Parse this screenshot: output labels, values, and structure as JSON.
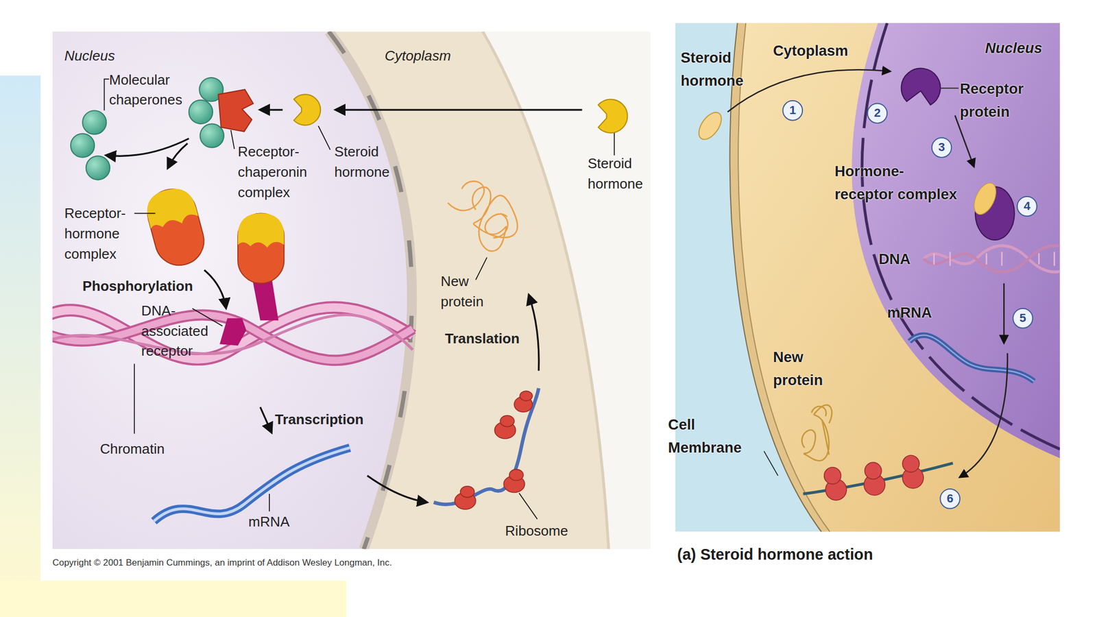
{
  "diagram": {
    "caption": "(a) Steroid hormone action",
    "labels": [
      "Nucleus",
      "Molecular chaperones",
      "Cytoplasm",
      "Receptor- chaperonin complex",
      "Steroid hormone",
      "Steroid hormone",
      "Receptor- hormone complex",
      "Phosphorylation",
      "DNA- associated receptor",
      "New protein",
      "Translation",
      "Chromatin",
      "Transcription",
      "mRNA",
      "Ribosome",
      "Copyright © 2001 Benjamin Cummings, an imprint of Addison Wesley Longman, Inc.",
      "Steroid hormone",
      "Cytoplasm",
      "Nucleus",
      "1",
      "2",
      "Receptor protein",
      "3",
      "Hormone- receptor complex",
      "4",
      "DNA",
      "mRNA",
      "5",
      "New protein",
      "Cell Membrane",
      "6"
    ]
  }
}
